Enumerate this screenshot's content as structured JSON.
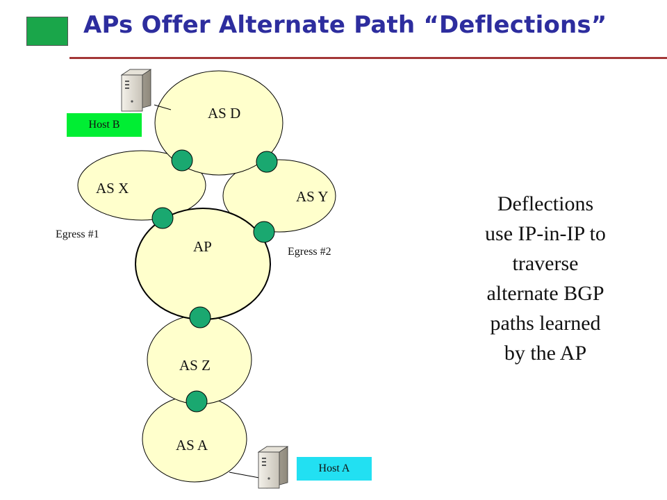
{
  "title": "APs Offer Alternate Path “Deflections”",
  "colors": {
    "title": "#2d2d9e",
    "rule": "#a33636",
    "as_fill": "#ffffcc",
    "node_fill": "#1aa870",
    "host_b": "#00ee33",
    "host_a": "#22e0f2"
  },
  "diagram": {
    "as_labels": {
      "as_d": "AS D",
      "as_x": "AS X",
      "as_y": "AS Y",
      "ap": "AP",
      "as_z": "AS Z",
      "as_a": "AS A"
    },
    "egress_1": "Egress #1",
    "egress_2": "Egress #2",
    "host_b": "Host B",
    "host_a": "Host A",
    "icons": [
      "server-icon",
      "server-icon"
    ]
  },
  "explanation": {
    "lines": [
      "Deflections",
      "use IP-in-IP to",
      "traverse",
      "alternate BGP",
      "paths learned",
      "by the AP"
    ]
  }
}
